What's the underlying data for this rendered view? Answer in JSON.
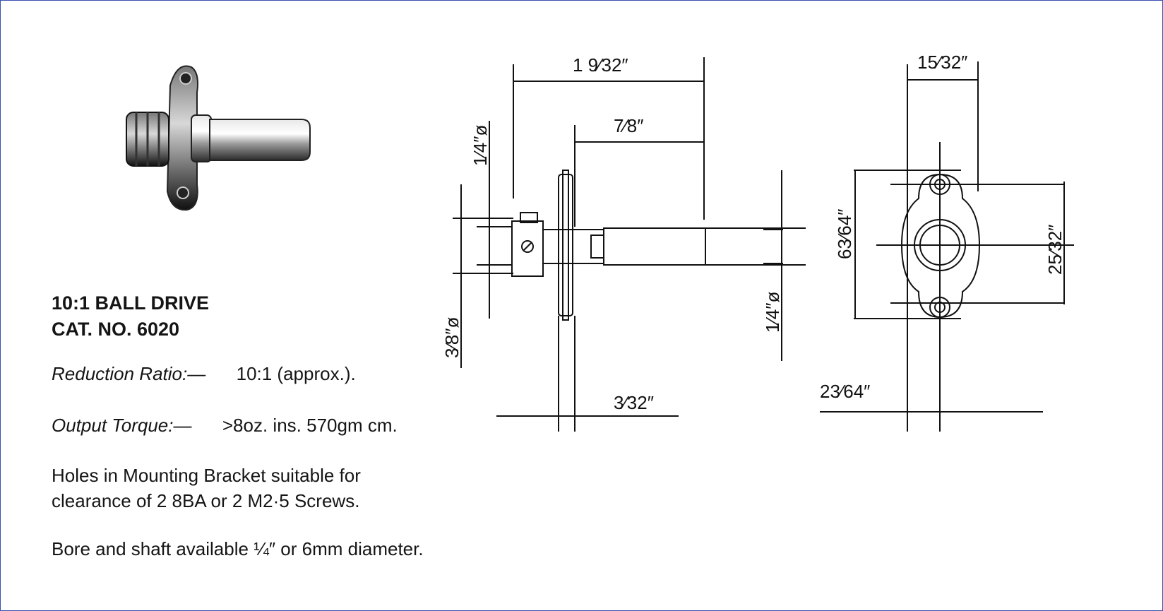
{
  "product": {
    "title_line1": "10:1 BALL DRIVE",
    "title_line2": "CAT. NO. 6020"
  },
  "specs": {
    "reduction_label": "Reduction Ratio:—",
    "reduction_value": "10:1 (approx.).",
    "torque_label": "Output Torque:—",
    "torque_value": ">8oz. ins. 570gm cm.",
    "holes_line1": "Holes in Mounting Bracket suitable for",
    "holes_line2": "clearance of 2   8BA or 2   M2·5 Screws.",
    "bore_line": "Bore and shaft available ¼″ or 6mm diameter."
  },
  "dimensions": {
    "overall_length": "1 9⁄32″",
    "shaft_length": "7⁄8″",
    "bore_dia_top": "1⁄4″ø",
    "shaft_dia_left": "3⁄8″ø",
    "shaft_dia_right": "1⁄4″ø",
    "flange_thickness": "3⁄32″",
    "bracket_width": "15⁄32″",
    "bracket_height": "63⁄64″",
    "hole_spacing": "25⁄32″",
    "hole_offset": "23⁄64″"
  }
}
